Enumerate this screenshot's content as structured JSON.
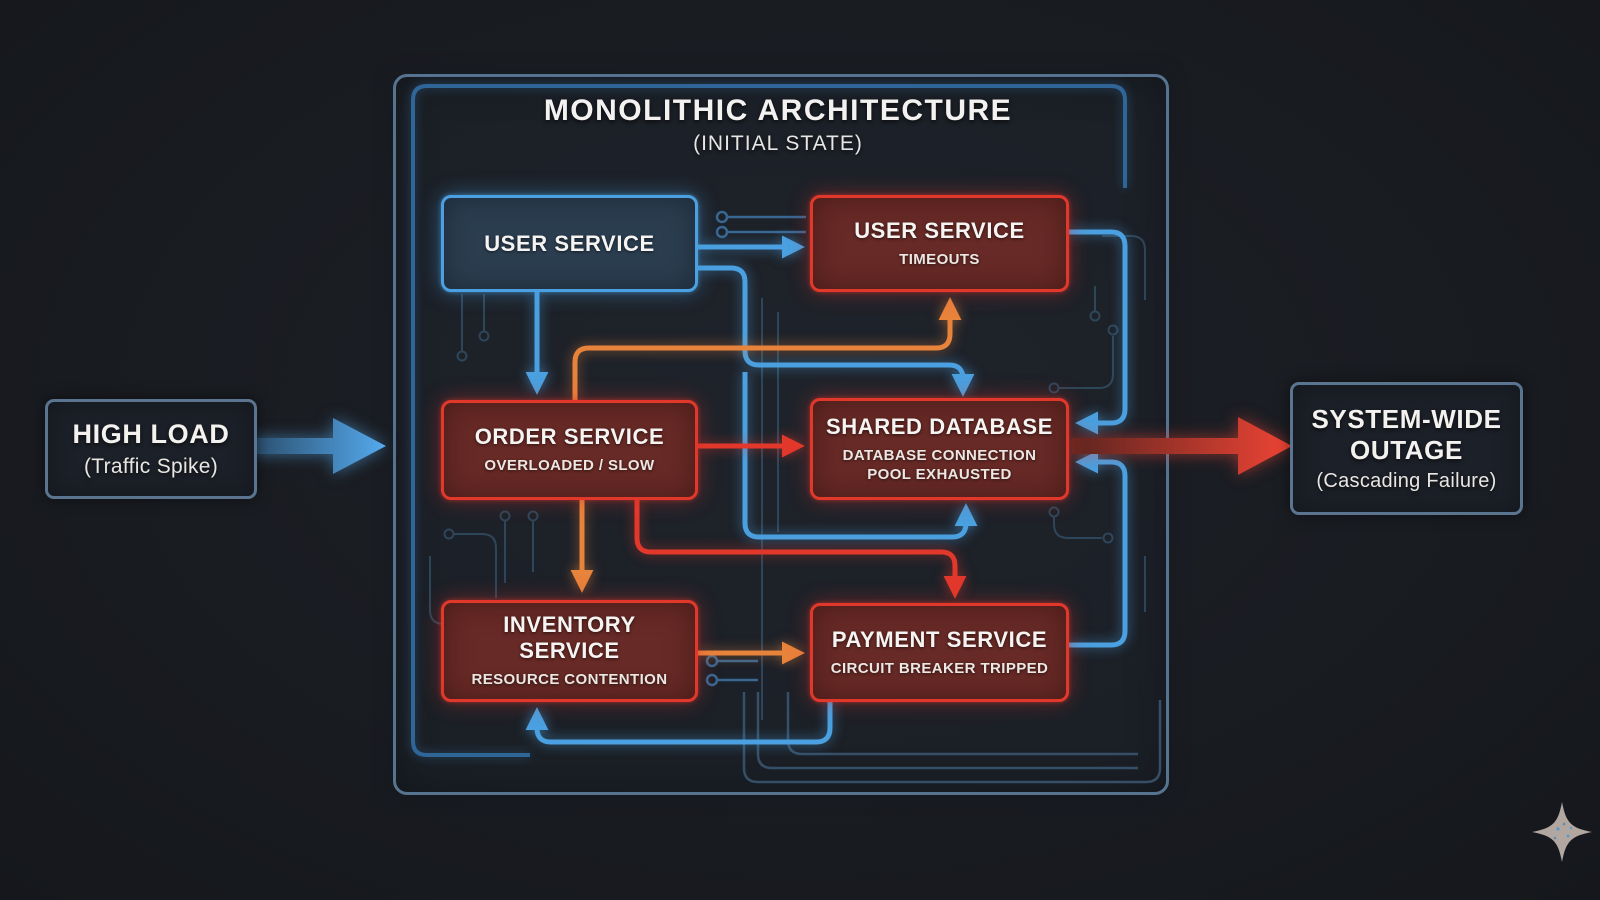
{
  "diagram": {
    "title": "MONOLITHIC ARCHITECTURE",
    "subtitle": "(INITIAL STATE)"
  },
  "inputs": {
    "high_load": {
      "title": "HIGH LOAD",
      "subtitle": "(Traffic Spike)"
    },
    "outage": {
      "title": "SYSTEM-WIDE OUTAGE",
      "subtitle": "(Cascading Failure)"
    }
  },
  "services": {
    "user": {
      "title": "USER SERVICE",
      "subtitle": ""
    },
    "user_timeouts": {
      "title": "USER SERVICE",
      "subtitle": "TIMEOUTS"
    },
    "order": {
      "title": "ORDER SERVICE",
      "subtitle": "OVERLOADED / SLOW"
    },
    "database": {
      "title": "SHARED DATABASE",
      "subtitle": "DATABASE CONNECTION POOL EXHAUSTED"
    },
    "inventory": {
      "title": "INVENTORY SERVICE",
      "subtitle": "RESOURCE CONTENTION"
    },
    "payment": {
      "title": "PAYMENT SERVICE",
      "subtitle": "CIRCUIT BREAKER TRIPPED"
    }
  },
  "colors": {
    "healthy_blue": "#4aa0e0",
    "failure_red": "#e2382c",
    "warning_orange": "#e8833c",
    "frame_slate": "#56738f",
    "background": "#191c21"
  }
}
